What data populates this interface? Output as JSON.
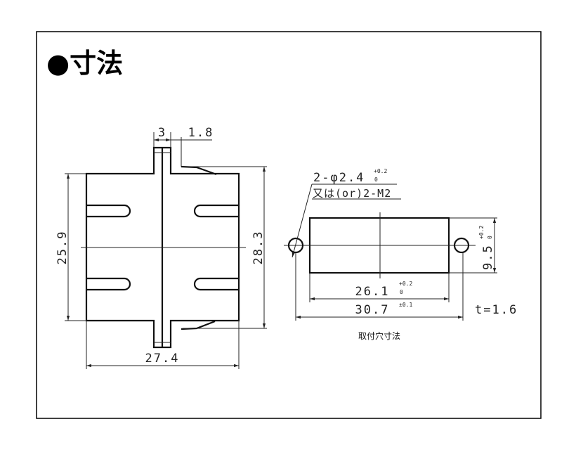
{
  "title": "●寸法",
  "front_view": {
    "dim_flange_width": "3",
    "dim_latch_offset": "1.8",
    "dim_body_height": "25.9",
    "dim_overall_height": "28.3",
    "dim_body_width": "27.4"
  },
  "panel_cutout": {
    "hole_spec": "2-φ2.4",
    "hole_spec_alt": "又は(or)2-M2",
    "tol_plus": "+0.2",
    "tol_minus": "0",
    "dim_cutout_height": "9.5",
    "dim_cutout_width": "26.1",
    "dim_hole_pitch": "30.7",
    "tol_pitch": "±0.1",
    "thickness": "t=1.6",
    "caption": "取付穴寸法"
  }
}
